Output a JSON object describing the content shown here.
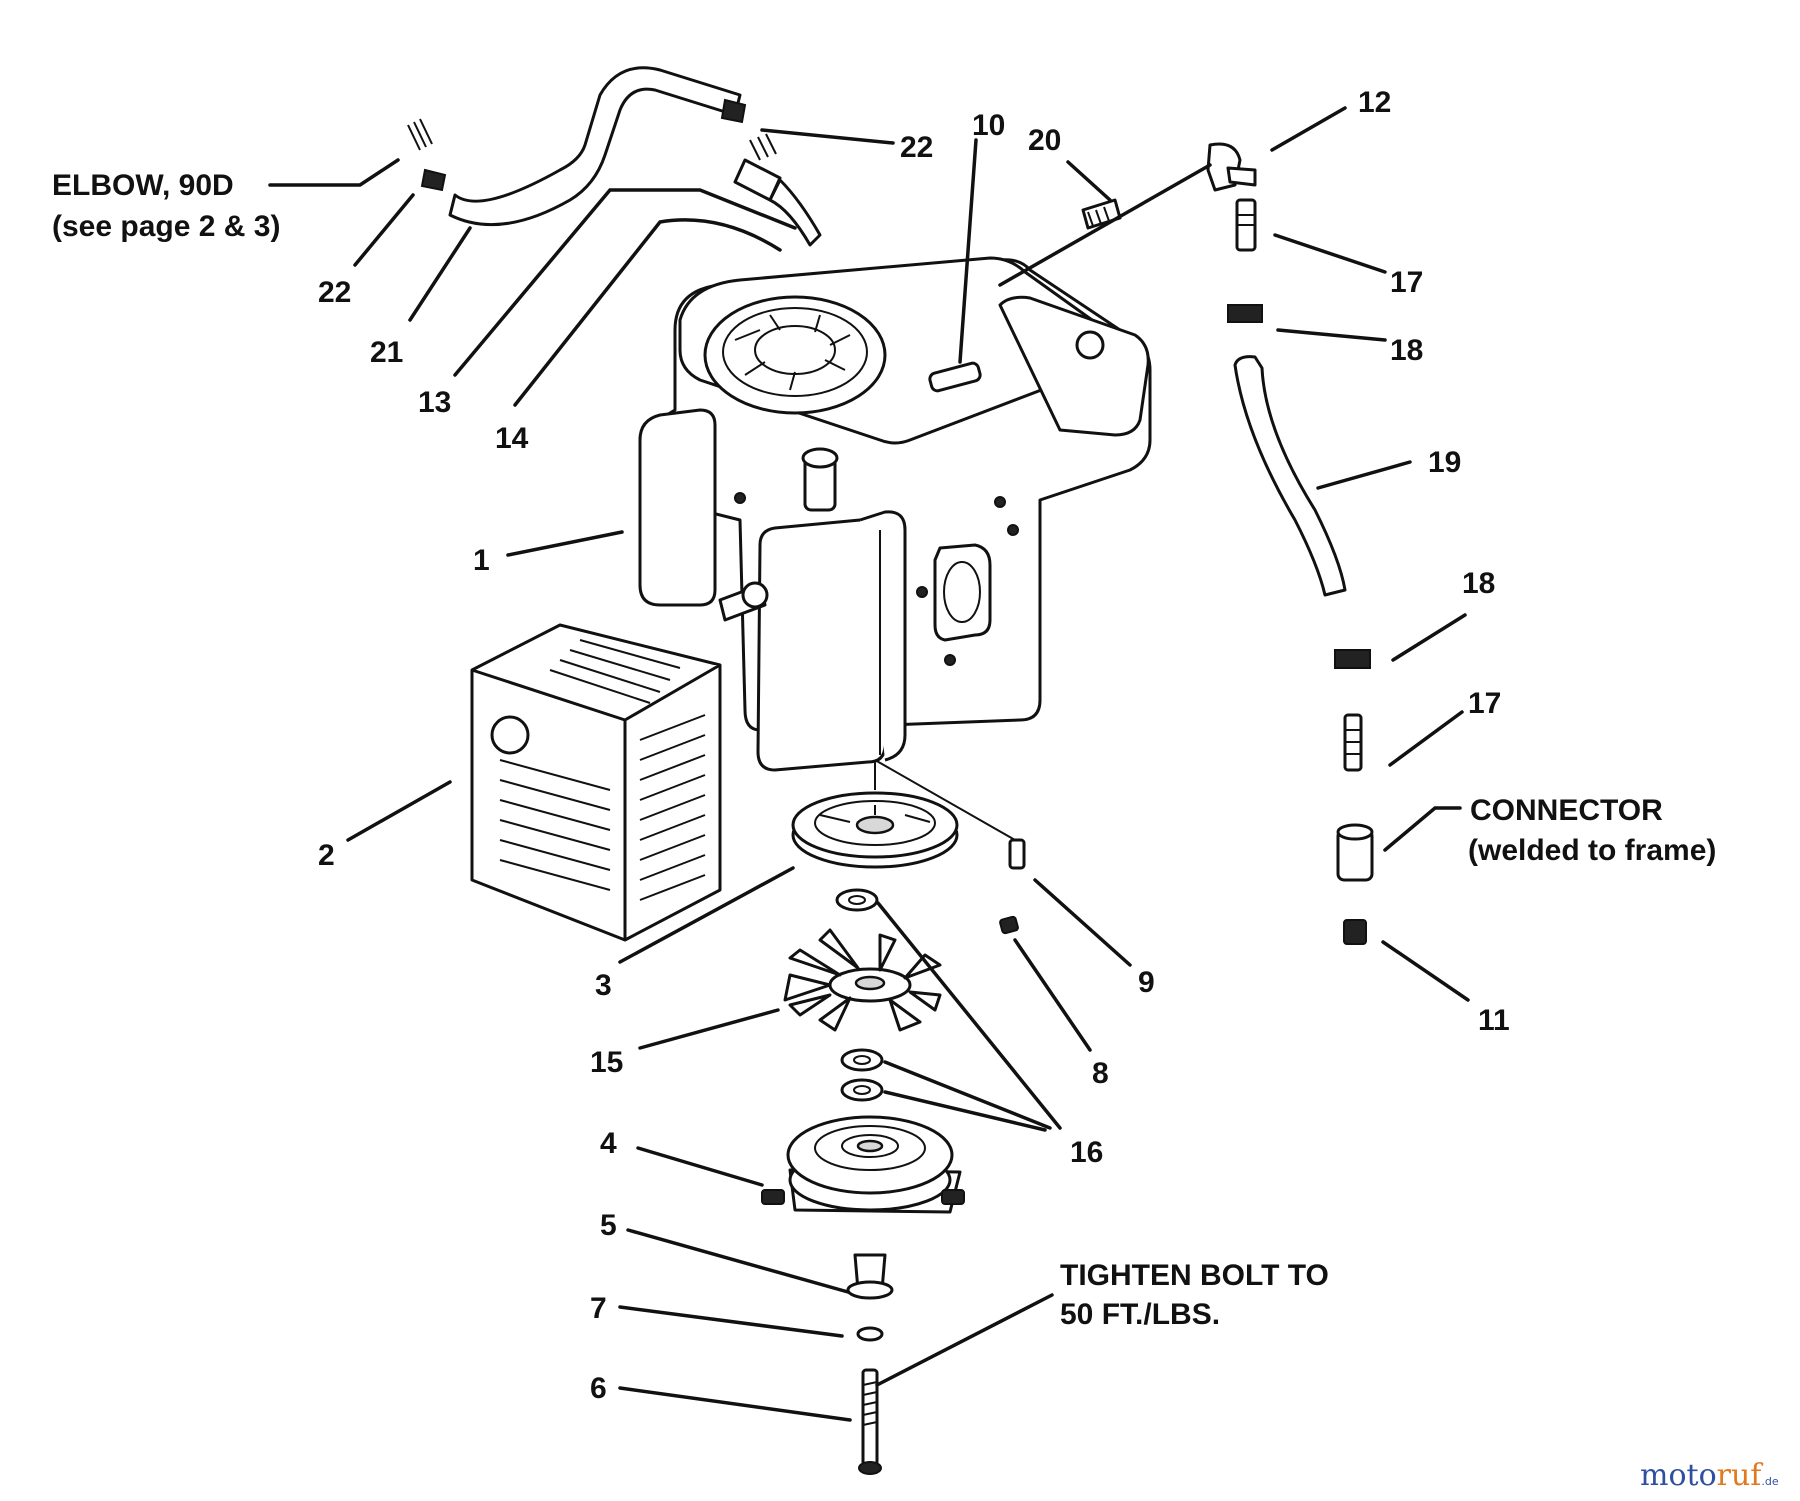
{
  "callouts": {
    "c1": "1",
    "c2": "2",
    "c3": "3",
    "c4": "4",
    "c5": "5",
    "c6": "6",
    "c7": "7",
    "c8": "8",
    "c9": "9",
    "c10": "10",
    "c11": "11",
    "c12": "12",
    "c13": "13",
    "c14": "14",
    "c15": "15",
    "c16": "16",
    "c17a": "17",
    "c17b": "17",
    "c18a": "18",
    "c18b": "18",
    "c19": "19",
    "c20": "20",
    "c21": "21",
    "c22a": "22",
    "c22b": "22"
  },
  "notes": {
    "elbow_line1": "ELBOW, 90D",
    "elbow_line2": "(see page 2 & 3)",
    "connector_line1": "CONNECTOR",
    "connector_line2": "(welded to frame)",
    "torque_line1": "TIGHTEN BOLT TO",
    "torque_line2": "50 FT./LBS."
  },
  "watermark": {
    "part1": "moto",
    "part2": "ruf",
    "suffix": ".de"
  },
  "colors": {
    "ink": "#111111",
    "watermark_blue": "#2f4f9f",
    "watermark_orange": "#e07a1f"
  }
}
